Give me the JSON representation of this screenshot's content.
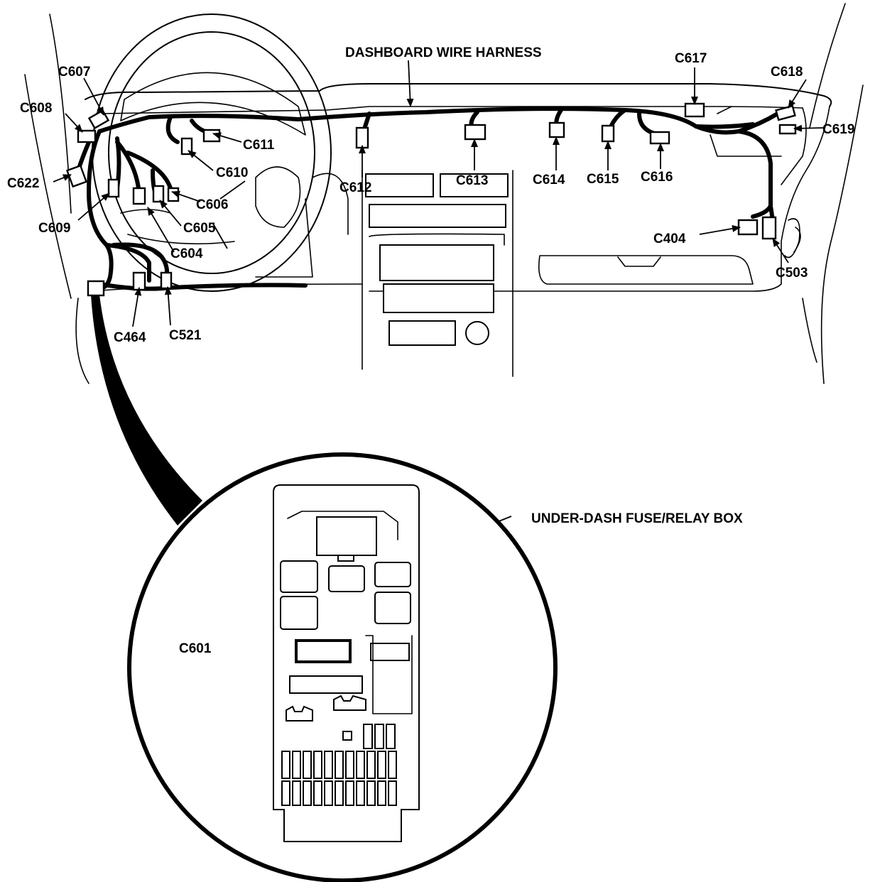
{
  "diagram": {
    "harness_label": "DASHBOARD WIRE HARNESS",
    "fuse_box_label": "UNDER-DASH FUSE/RELAY BOX",
    "connectors": {
      "c607": "C607",
      "c608": "C608",
      "c622": "C622",
      "c609": "C609",
      "c611": "C611",
      "c610": "C610",
      "c606": "C606",
      "c605": "C605",
      "c604": "C604",
      "c464": "C464",
      "c521": "C521",
      "c612": "C612",
      "c613": "C613",
      "c614": "C614",
      "c615": "C615",
      "c616": "C616",
      "c617": "C617",
      "c618": "C618",
      "c619": "C619",
      "c404": "C404",
      "c503": "C503",
      "c601": "C601"
    }
  }
}
